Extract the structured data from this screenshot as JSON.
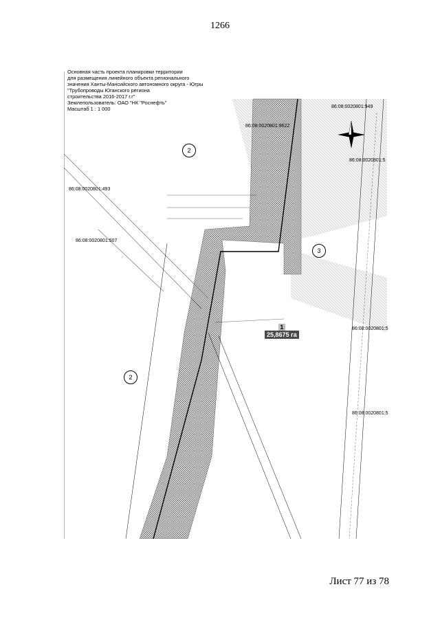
{
  "page_number": "1266",
  "footer": "Лист 77 из 78",
  "title_lines": [
    "Основная часть проекта планировки территории",
    "для размещения линейного объекта регионального",
    "значения Ханты-Мансийского автономного округа - Югры",
    "\"Трубопроводы Юганского региона",
    "строительства 2016-2017 г.г\"",
    "Землепользователь: ОАО \"НК \"Роснефть\"",
    "Масштаб 1 : 1 000"
  ],
  "parcels": {
    "p949": "86:08:0020801:949",
    "p9622": "86:08:0020801:9622",
    "p493": "86:08:0020801:493",
    "p507": "86:08:0020801:507",
    "p_right1": "86:08:0020801:5",
    "p_right2": "86:08:0020801:5",
    "p_right3": "86:08:0020801:5"
  },
  "area": {
    "number": "1",
    "value": "25,8675 га"
  },
  "markers": [
    "2",
    "3",
    "2"
  ],
  "colors": {
    "hatch": "#9a9a9a",
    "light_hatch": "#dcdcdc",
    "line": "#000000"
  }
}
